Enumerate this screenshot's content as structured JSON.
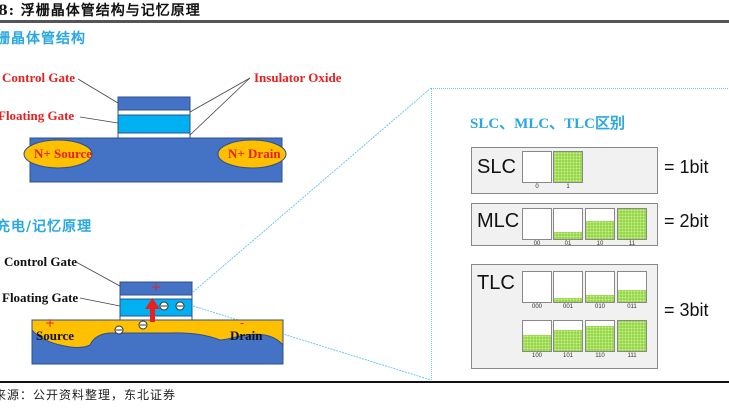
{
  "figure": {
    "title": "8:  浮栅晶体管结构与记忆原理",
    "section_structure": "栅晶体管结构",
    "section_charging": "充电/记忆原理",
    "source": "来源：公开资料整理，东北证券"
  },
  "structure_diagram": {
    "labels": {
      "control_gate": "Control Gate",
      "floating_gate": "Floating Gate",
      "insulator_oxide": "Insulator Oxide",
      "source": "N+ Source",
      "drain": "N+ Drain"
    }
  },
  "charging_diagram": {
    "labels": {
      "control_gate": "Control Gate",
      "floating_gate": "Floating Gate",
      "source": "Source",
      "drain": "Drain",
      "plus": "+",
      "minus": "-"
    }
  },
  "comparison": {
    "title": "SLC、MLC、TLC区别",
    "rows": [
      {
        "name": "SLC",
        "result": "= 1bit",
        "levels": [
          "0",
          "1"
        ],
        "fill": [
          0,
          1
        ]
      },
      {
        "name": "MLC",
        "result": "= 2bit",
        "levels": [
          "00",
          "01",
          "10",
          "11"
        ],
        "fill": [
          0,
          0.25,
          0.6,
          1
        ]
      },
      {
        "name": "TLC",
        "result": "= 3bit",
        "levels": [
          "000",
          "001",
          "010",
          "011",
          "100",
          "101",
          "110",
          "111"
        ],
        "fill": [
          0,
          0.12,
          0.25,
          0.4,
          0.55,
          0.7,
          0.85,
          1
        ]
      }
    ]
  },
  "colors": {
    "accent_blue": "#29a8e0",
    "label_red": "#e8201f",
    "substrate_blue": "#4472c4",
    "floating_gate_cyan": "#00b0f0",
    "doped_orange": "#ffc000",
    "cell_green": "#8ccf3e"
  }
}
